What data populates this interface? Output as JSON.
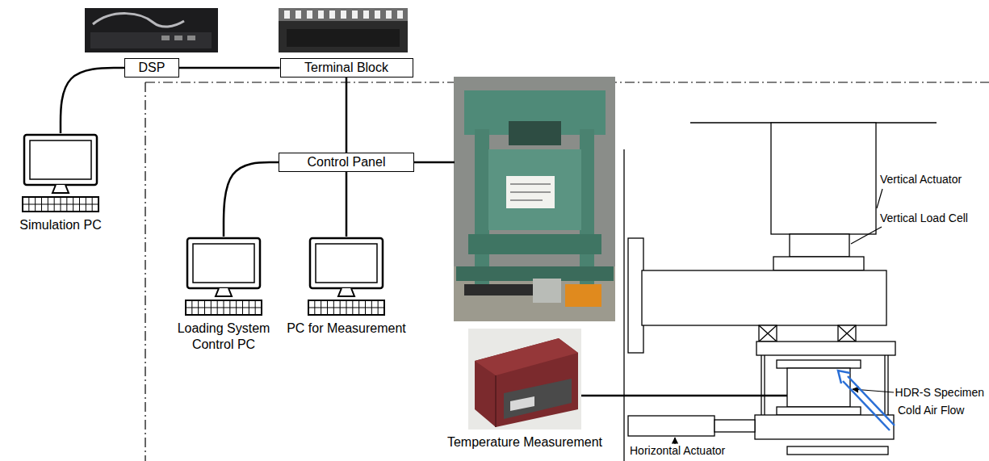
{
  "diagram": {
    "nodes": [
      {
        "text": [
          "DSP"
        ]
      },
      {
        "text": [
          "Terminal Block"
        ]
      },
      {
        "text": [
          "Simulation PC"
        ]
      },
      {
        "text": [
          "Control Panel"
        ]
      },
      {
        "text": [
          "Loading System Control PC"
        ]
      },
      {
        "text": [
          "PC for Measurement"
        ]
      },
      {
        "text": [
          "Temperature Measurement"
        ]
      }
    ],
    "edges": [
      {
        "from": 2,
        "to": 0,
        "arrow": "none"
      },
      {
        "from": 0,
        "to": 1,
        "arrow": "none"
      },
      {
        "from": 1,
        "to": 3,
        "arrow": "none"
      },
      {
        "from": 3,
        "to": 4,
        "arrow": "none"
      },
      {
        "from": 3,
        "to": 5,
        "arrow": "none"
      }
    ],
    "labels": [
      "Vertical Actuator",
      "Vertical Load Cell",
      "HDR-S Specimen",
      "Cold Air Flow",
      "Horizontal Actuator"
    ]
  }
}
